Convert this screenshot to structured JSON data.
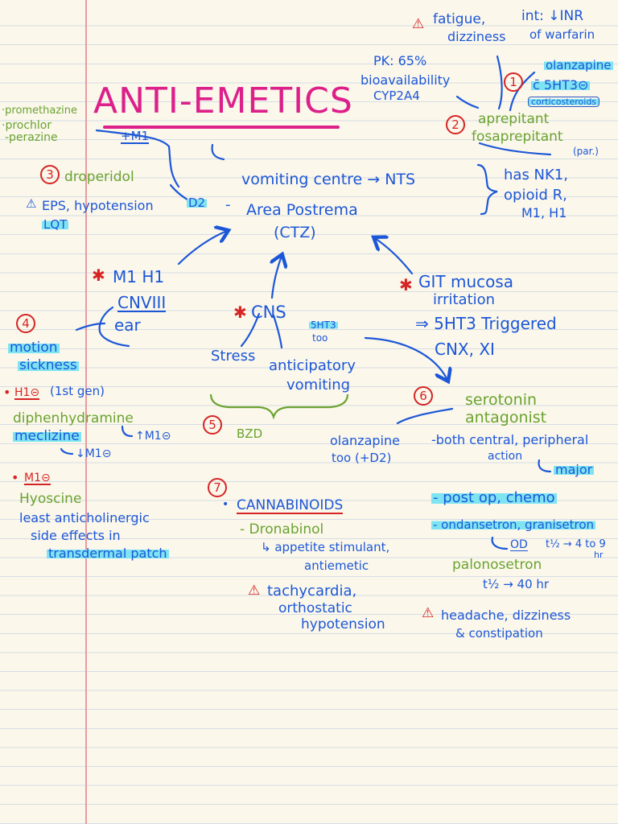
{
  "title": "ANTI-EMETICS",
  "center": {
    "vomiting_centre": "vomiting centre → NTS",
    "area_postrema": "Area Postrema",
    "ctz": "(CTZ)",
    "has_receptors_1": "has NK1,",
    "has_receptors_2": "opioid R,",
    "has_receptors_3": "M1, H1",
    "d2": "D2",
    "dash": "-"
  },
  "top_right": {
    "warning_1": "fatigue,",
    "warning_2": "dizziness",
    "interaction_1": "int: ↓INR",
    "interaction_2": "of warfarin",
    "pk_1": "PK: 65%",
    "pk_2": "bioavailability",
    "pk_3": "CYP2A4",
    "olanzapine": "olanzapine",
    "combo": "c̄ 5HT3⊝",
    "corticosteroids": "corticosteroids",
    "aprepitant": "aprepitant",
    "fosaprepitant": "fosaprepitant",
    "par": "(par.)",
    "num_1": "1",
    "num_2": "2"
  },
  "left_top": {
    "promethazine": "·promethazine",
    "prochlor": "·prochlor",
    "perazine": "-perazine",
    "plus_m1": "+M1",
    "droperidol": "droperidol",
    "eps": "EPS, hypotension",
    "lqt": "LQT",
    "num_3": "3"
  },
  "ear": {
    "m1h1": "M1 H1",
    "cnv": "CNVIII",
    "ear": "ear",
    "num_4": "4",
    "motion": "motion",
    "sickness": "sickness"
  },
  "h1": {
    "heading": "H1⊝",
    "first_gen": "(1st gen)",
    "diphenhydramine": "diphenhydramine",
    "m1_plus": "↑M1⊝",
    "meclizine": "meclizine",
    "m1_minus": "↓M1⊝"
  },
  "m1": {
    "heading": "M1⊝",
    "hyoscine": "Hyoscine",
    "least_1": "least anticholinergic",
    "least_2": "side effects in",
    "patch": "transdermal patch"
  },
  "cns": {
    "cns": "CNS",
    "stress": "Stress",
    "anticipatory": "anticipatory",
    "vomiting": "vomiting",
    "bzd": "BZD",
    "num_5": "5",
    "five_ht3": "5HT3",
    "too": "too"
  },
  "git": {
    "git_mucosa": "GIT mucosa",
    "irritation": "irritation",
    "triggered": "⇒ 5HT3 Triggered",
    "cnx": "CNX, XI"
  },
  "serotonin": {
    "num_6": "6",
    "title_1": "serotonin",
    "title_2": "antagonist",
    "olanzapine_1": "olanzapine",
    "olanzapine_2": "too (+D2)",
    "action_1": "-both central, peripheral",
    "action_2": "action",
    "major": "major",
    "uses": "- post op, chemo",
    "drugs": "- ondansetron, granisetron",
    "od": "OD",
    "half_life_1": "t½ → 4 to 9",
    "hr": "hr",
    "palonosetron": "palonosetron",
    "half_life_2": "t½ → 40 hr",
    "se_1": "headache, dizziness",
    "se_2": "& constipation"
  },
  "cannabinoids": {
    "num_7": "7",
    "heading": "CANNABINOIDS",
    "dronabinol": "- Dronabinol",
    "appetite": "↳ appetite stimulant,",
    "antiemetic": "antiemetic",
    "tachy": "tachycardia,",
    "ortho": "orthostatic",
    "hypo": "hypotension"
  },
  "warning_icon": "warning-triangle-icon",
  "colors": {
    "blue": "#1c57d8",
    "green": "#6aa331",
    "red": "#d62424",
    "pink": "#dd1f8a",
    "highlight": "#7fe4f2"
  }
}
